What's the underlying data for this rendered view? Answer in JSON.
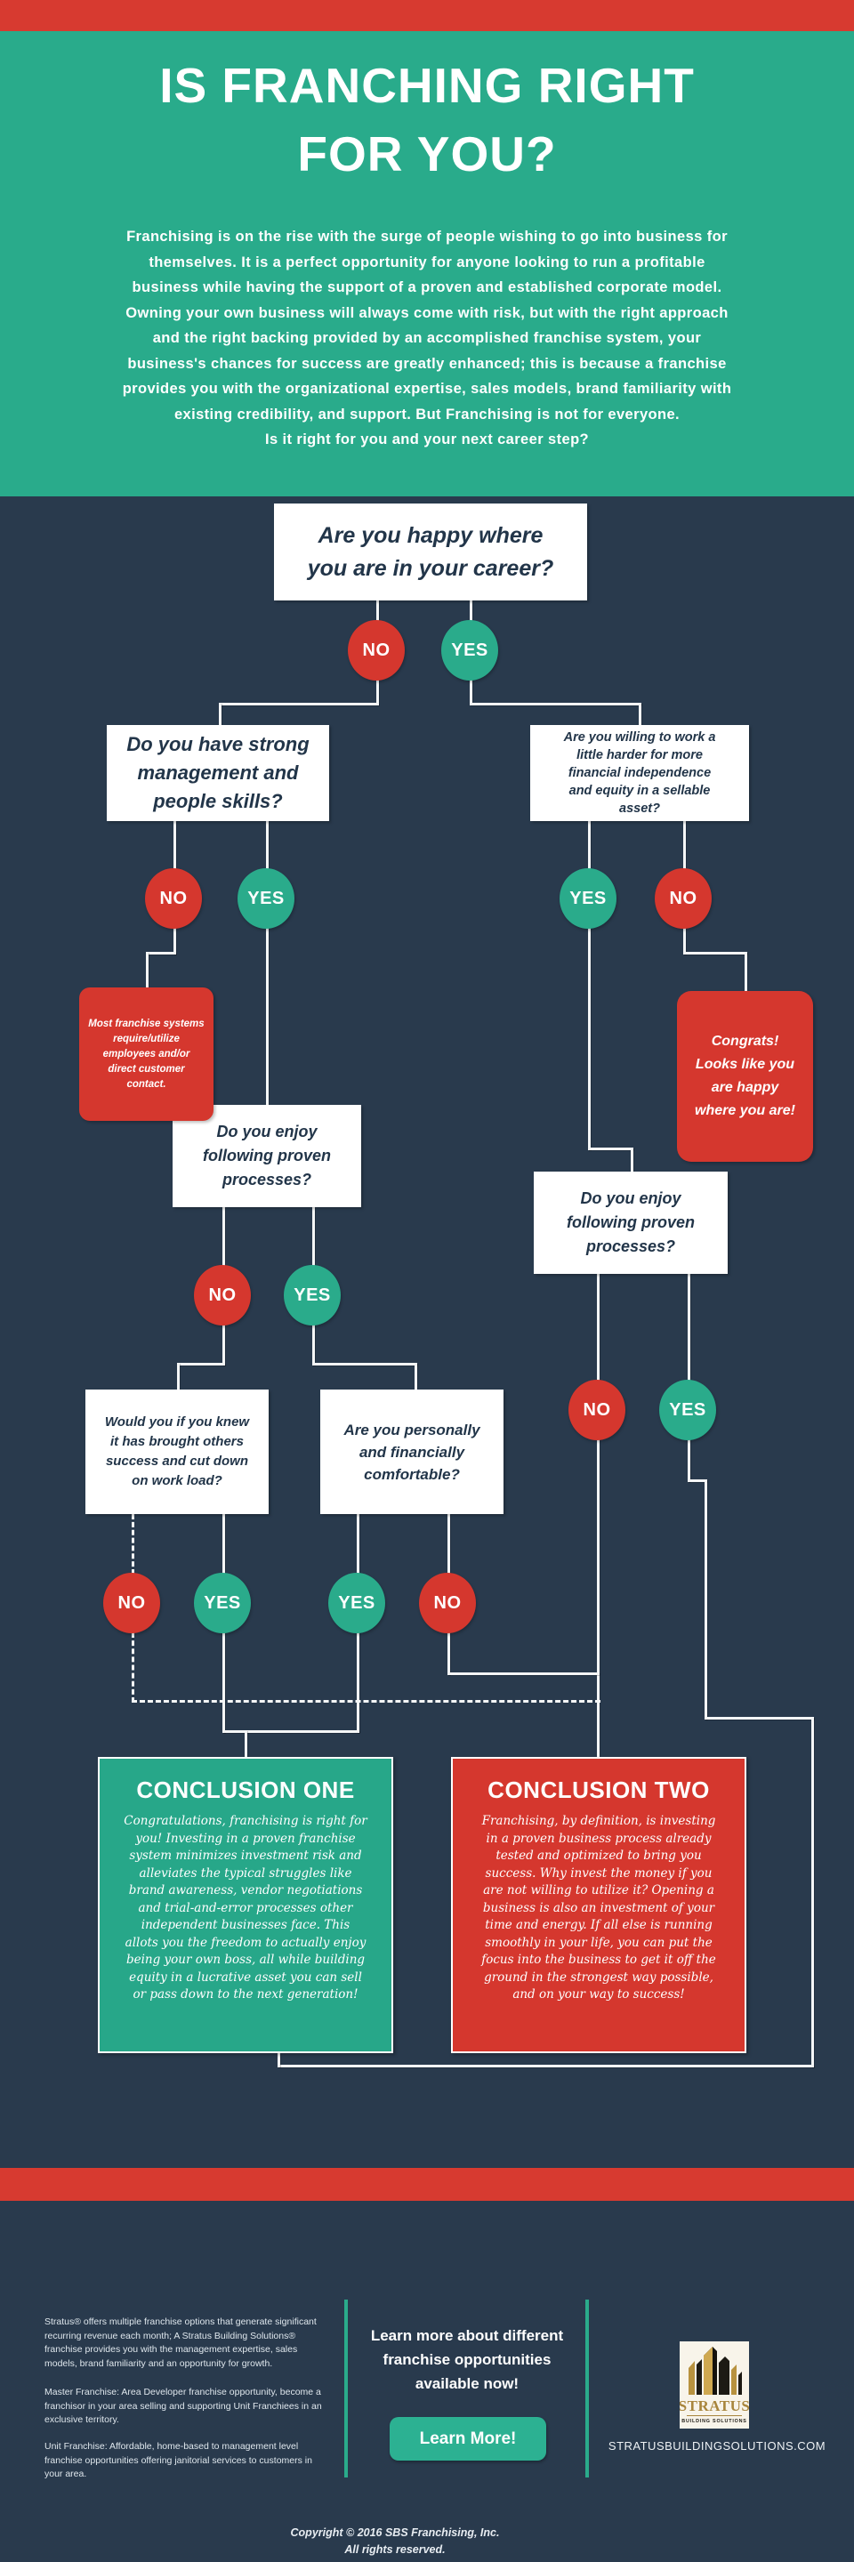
{
  "colors": {
    "background_navy": "#293a4d",
    "brand_green": "#29ab8b",
    "brand_red": "#d5372e",
    "box_text_navy": "#223549"
  },
  "header": {
    "title": "IS FRANCHING RIGHT\nFOR YOU?",
    "intro": "Franchising is on the rise with the surge of people wishing to go into business for\nthemselves. It is a perfect opportunity for anyone looking to run a profitable\nbusiness while having the support of a proven and established corporate model.\nOwning your own business will always come with risk, but with the right approach\nand the right backing provided by an accomplished franchise system, your\nbusiness's chances for success are greatly enhanced; this is because a franchise\nprovides you with the organizational expertise, sales models, brand familiarity with\nexisting credibility, and support. But Franchising is not for everyone.\nIs it right for you and your next career step?"
  },
  "labels": {
    "no": "NO",
    "yes": "YES"
  },
  "questions": {
    "q1": "Are you happy where\nyou are in your career?",
    "q2_left": "Do you have strong\nmanagement and\npeople skills?",
    "q2_right": "Are you willing to work a\nlittle harder for more\nfinancial independence\nand equity in a sellable\nasset?",
    "q3_left": "Do you enjoy\nfollowing proven\nprocesses?",
    "q3_right": "Do you enjoy\nfollowing proven\nprocesses?",
    "q4_left": "Would you if you knew\nit has brought others\nsuccess and cut down\non work load?",
    "q4_right": "Are you personally\nand financially\ncomfortable?"
  },
  "notes": {
    "most_franchise": "Most franchise systems\nrequire/utilize\nemployees and/or\ndirect customer\ncontact.",
    "congrats": "Congrats!\nLooks like you\nare happy\nwhere you are!"
  },
  "conclusions": {
    "one_title": "CONCLUSION ONE",
    "one_body": "Congratulations, franchising is right for\nyou! Investing in a proven franchise\nsystem minimizes investment risk and\nalleviates the typical struggles like\nbrand awareness, vendor negotiations\nand trial-and-error processes other\nindependent businesses face. This\nallots you the freedom to actually enjoy\nbeing your own boss, all while building\nequity in a lucrative asset you can sell\nor pass down to the next generation!",
    "two_title": "CONCLUSION TWO",
    "two_body": "Franchising, by definition, is investing\nin a proven business process already\ntested and optimized to bring you\nsuccess. Why invest the money if you\nare not willing to utilize it? Opening a\nbusiness is also an investment of your\ntime and energy. If all else is running\nsmoothly in your life, you can put the\nfocus into the business to get it off the\nground in the strongest way possible,\nand on your way to success!"
  },
  "footer": {
    "p1": "Stratus® offers multiple franchise options that generate significant recurring revenue each month; A Stratus Building Solutions® franchise provides you with the management expertise, sales models, brand familiarity and an opportunity for growth.",
    "p2": "Master Franchise: Area Developer franchise opportunity, become a franchisor in your area selling and supporting Unit Franchiees in an exclusive territory.",
    "p3": "Unit Franchise: Affordable, home-based to management level franchise opportunities offering janitorial services to customers in your area.",
    "cta": "Learn more about different\nfranchise opportunities\navailable now!",
    "button_label": "Learn More!",
    "logo_name": "STRATUS",
    "logo_sub": "BUILDING SOLUTIONS",
    "website": "STRATUSBUILDINGSOLUTIONS.COM",
    "copyright": "Copyright © 2016 SBS Franchising,  Inc.\nAll rights reserved."
  }
}
